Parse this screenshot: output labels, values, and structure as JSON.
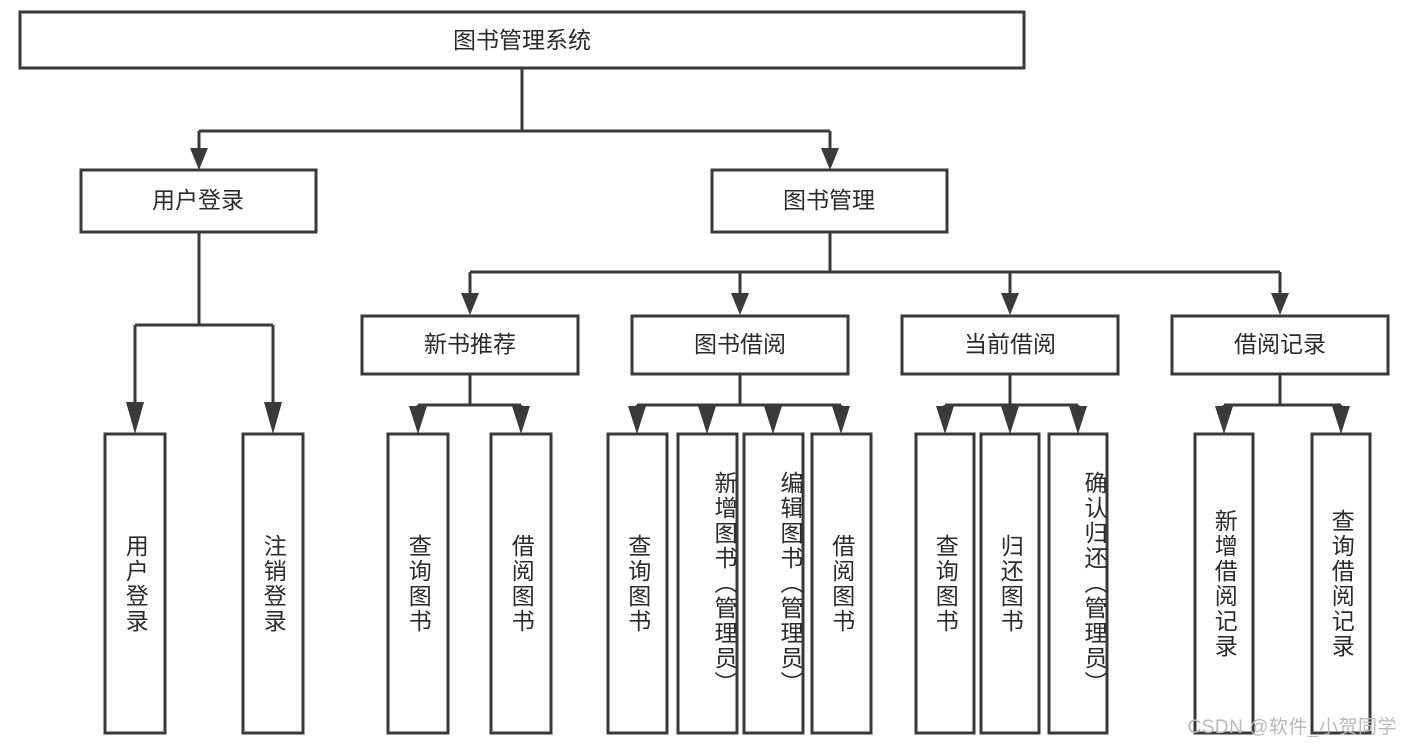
{
  "diagram": {
    "title": "图书管理系统",
    "type": "tree-hierarchy",
    "watermark": "CSDN @软件_小贺同学",
    "colors": {
      "stroke": "#3a3a3a",
      "fill": "#ffffff",
      "text": "#2b2b2b",
      "watermark": "#b9b9b9",
      "background": "#ffffff"
    },
    "levels": {
      "root": {
        "label": "图书管理系统"
      },
      "level2": [
        {
          "id": "user-login",
          "label": "用户登录"
        },
        {
          "id": "book-management",
          "label": "图书管理"
        }
      ],
      "level3": [
        {
          "id": "new-book-recommend",
          "label": "新书推荐",
          "parent": "book-management"
        },
        {
          "id": "book-borrow",
          "label": "图书借阅",
          "parent": "book-management"
        },
        {
          "id": "current-borrow",
          "label": "当前借阅",
          "parent": "book-management"
        },
        {
          "id": "borrow-record",
          "label": "借阅记录",
          "parent": "book-management"
        }
      ],
      "leaves": [
        {
          "id": "leaf-user-login",
          "label": "用户登录",
          "parent": "user-login"
        },
        {
          "id": "leaf-logout-login",
          "label": "注销登录",
          "parent": "user-login"
        },
        {
          "id": "leaf-query-book-1",
          "label": "查询图书",
          "parent": "new-book-recommend"
        },
        {
          "id": "leaf-borrow-book-1",
          "label": "借阅图书",
          "parent": "new-book-recommend"
        },
        {
          "id": "leaf-query-book-2",
          "label": "查询图书",
          "parent": "book-borrow"
        },
        {
          "id": "leaf-add-book",
          "label": "新增图书（管理员）",
          "parent": "book-borrow"
        },
        {
          "id": "leaf-edit-book",
          "label": "编辑图书（管理员）",
          "parent": "book-borrow"
        },
        {
          "id": "leaf-borrow-book-2",
          "label": "借阅图书",
          "parent": "book-borrow"
        },
        {
          "id": "leaf-query-book-3",
          "label": "查询图书",
          "parent": "current-borrow"
        },
        {
          "id": "leaf-return-book",
          "label": "归还图书",
          "parent": "current-borrow"
        },
        {
          "id": "leaf-confirm-return",
          "label": "确认归还（管理员）",
          "parent": "current-borrow"
        },
        {
          "id": "leaf-add-record",
          "label": "新增借阅记录",
          "parent": "borrow-record"
        },
        {
          "id": "leaf-query-record",
          "label": "查询借阅记录",
          "parent": "borrow-record"
        }
      ]
    }
  }
}
